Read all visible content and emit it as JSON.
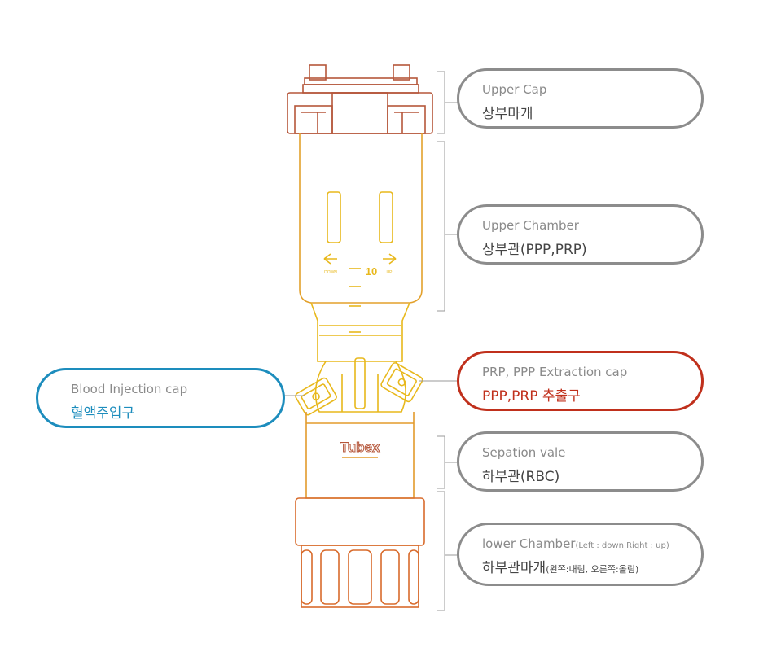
{
  "labels": {
    "upper_cap": {
      "en": "Upper Cap",
      "ko": "상부마개"
    },
    "upper_chamber": {
      "en": "Upper Chamber",
      "ko": "상부관(PPP,PRP)"
    },
    "extraction_cap": {
      "en": "PRP, PPP Extraction cap",
      "ko": "PPP,PRP 추출구"
    },
    "blood_injection": {
      "en": "Blood Injection cap",
      "ko": "혈액주입구"
    },
    "separation_valve": {
      "en": "Sepation vale",
      "ko": "하부관(RBC)"
    },
    "lower_chamber": {
      "en_main": "lower Chamber",
      "en_note": "(Left : down Right : up)",
      "ko_main": "하부관마개",
      "ko_note": "(왼쪽:내림, 오른쪽:올림)"
    }
  },
  "device": {
    "brand": "Tubex",
    "scale_number": "10",
    "arrow_left_text": "DOWN",
    "arrow_right_text": "UP"
  },
  "colors": {
    "gray_pill": "#8c8c8c",
    "red_pill": "#c0301c",
    "blue_pill": "#1d8dbd",
    "cap_brown": "#b5563a",
    "chamber_orange": "#e39b2c",
    "chamber_yellow": "#e8b81c",
    "lower_orange": "#e07b28"
  }
}
